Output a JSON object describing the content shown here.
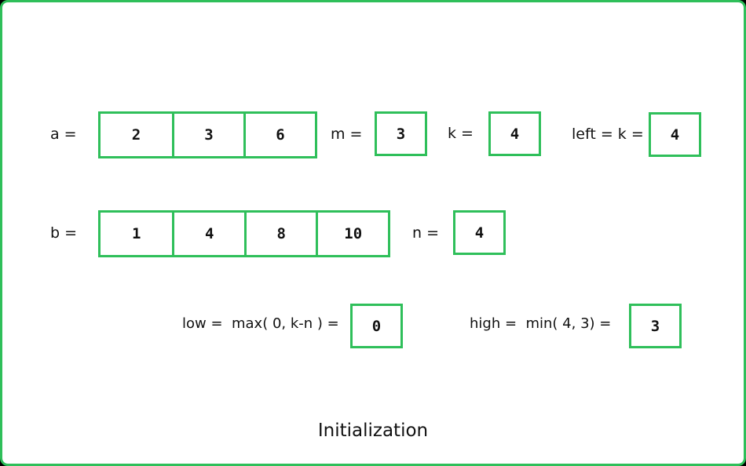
{
  "array_a": {
    "label": "a =",
    "values": [
      "2",
      "3",
      "6"
    ]
  },
  "array_b": {
    "label": "b =",
    "values": [
      "1",
      "4",
      "8",
      "10"
    ]
  },
  "m": {
    "label": "m =",
    "value": "3"
  },
  "k": {
    "label": "k =",
    "value": "4"
  },
  "left": {
    "label": "left = k =",
    "value": "4"
  },
  "n": {
    "label": "n =",
    "value": "4"
  },
  "low": {
    "label": "low =  max( 0, k-n ) =",
    "value": "0"
  },
  "high": {
    "label": "high =  min( 4, 3) =",
    "value": "3"
  },
  "caption": "Initialization",
  "colors": {
    "accent": "#2fbf5a",
    "text": "#111111",
    "background": "#ffffff"
  }
}
